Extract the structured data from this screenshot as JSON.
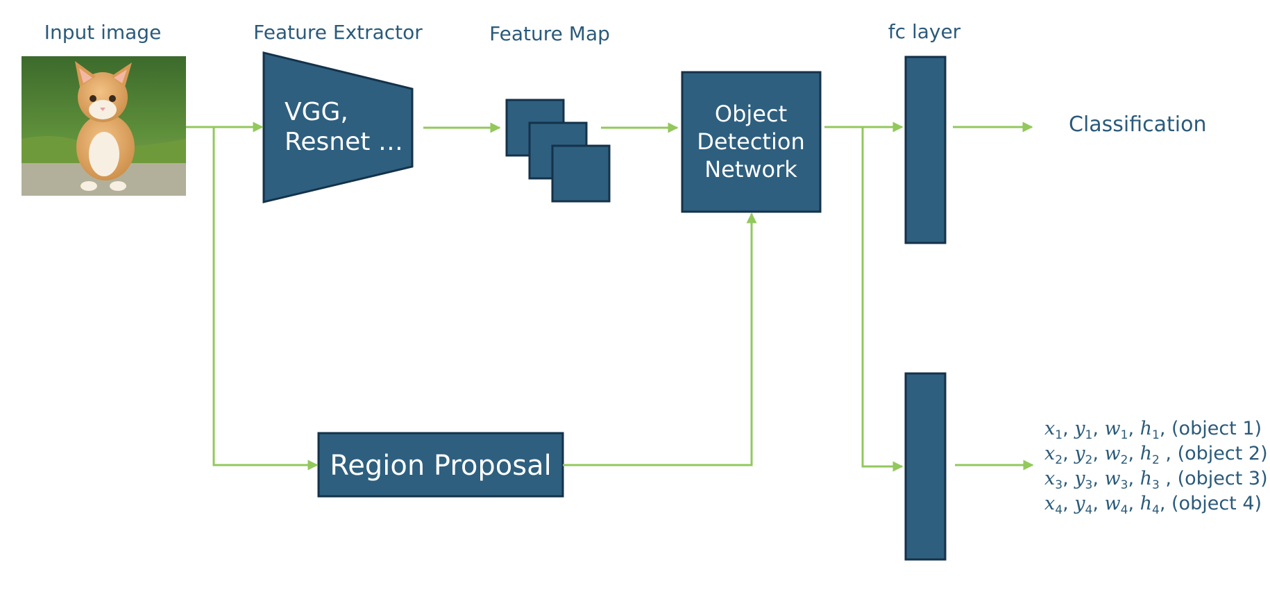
{
  "labels": {
    "input_image": "Input image",
    "feature_extractor": "Feature Extractor",
    "feature_map": "Feature Map",
    "fc_layer": "fc layer",
    "classification": "Classification"
  },
  "nodes": {
    "extractor_line1": "VGG,",
    "extractor_line2": "Resnet …",
    "odn_line1": "Object",
    "odn_line2": "Detection",
    "odn_line3": "Network",
    "region_proposal": "Region Proposal"
  },
  "outputs": [
    {
      "n": "1",
      "sep": ",",
      "obj": "(object 1)"
    },
    {
      "n": "2",
      "sep": " ,",
      "obj": "(object 2)"
    },
    {
      "n": "3",
      "sep": " ,",
      "obj": "(object 3)"
    },
    {
      "n": "4",
      "sep": ",",
      "obj": "(object 4)"
    }
  ],
  "colors": {
    "box_fill": "#2e5f7f",
    "box_border": "#14324a",
    "arrow": "#92c85c",
    "label_text": "#2a5a7a"
  },
  "icons": {
    "input_picture": "kitten-photo"
  }
}
